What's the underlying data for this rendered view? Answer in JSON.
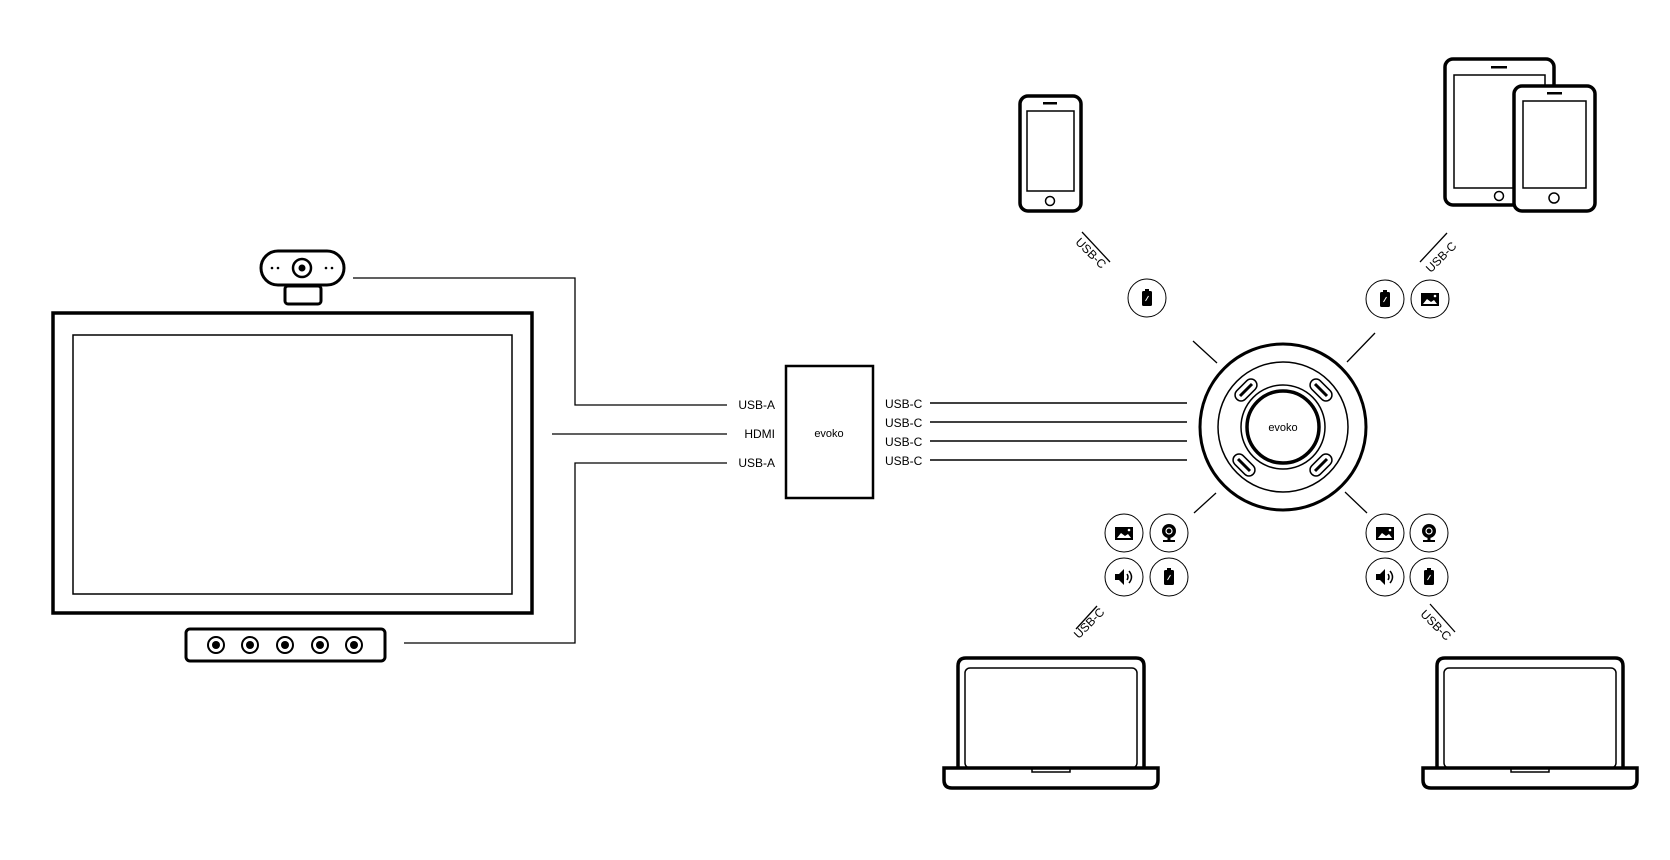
{
  "connections": {
    "left": [
      "USB-A",
      "HDMI",
      "USB-A"
    ],
    "right": [
      "USB-C",
      "USB-C",
      "USB-C",
      "USB-C"
    ],
    "devices": [
      "USB-C",
      "USB-C",
      "USB-C",
      "USB-C"
    ]
  },
  "hub_box": {
    "brand": "evoko"
  },
  "puck": {
    "brand": "evoko"
  },
  "icons": {
    "top_left": [
      "battery-charging-icon"
    ],
    "top_right": [
      "battery-charging-icon",
      "image-icon"
    ],
    "bottom_left": [
      "image-icon",
      "webcam-icon",
      "speaker-icon",
      "battery-charging-icon"
    ],
    "bottom_right": [
      "image-icon",
      "webcam-icon",
      "speaker-icon",
      "battery-charging-icon"
    ]
  }
}
